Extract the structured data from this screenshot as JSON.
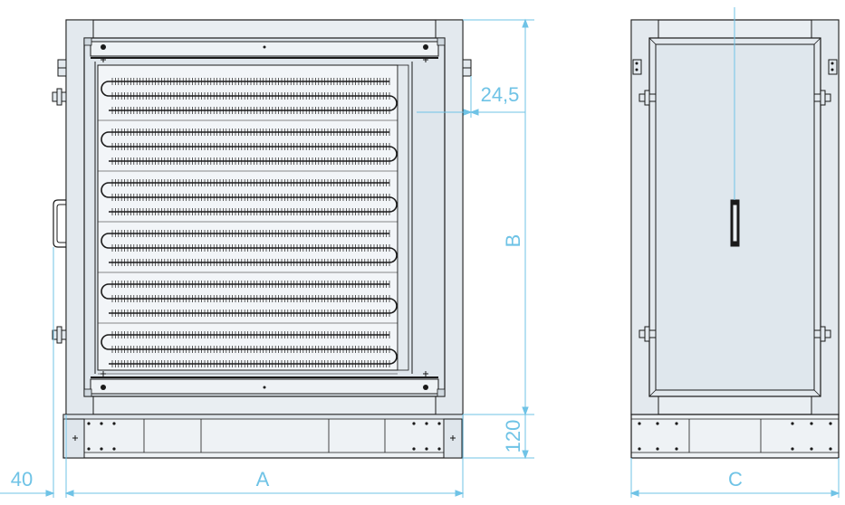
{
  "drawing": {
    "dimensions": {
      "a": "A",
      "b": "B",
      "c": "C",
      "d40": "40",
      "d120": "120",
      "d24_5": "24,5"
    },
    "colors": {
      "line": "#1a1a1a",
      "panel": "#e9eef2",
      "panel_light": "#f2f5f8",
      "coil": "#1a1a1a",
      "dimension": "#6fc3e6"
    },
    "coil_rows": 6
  }
}
